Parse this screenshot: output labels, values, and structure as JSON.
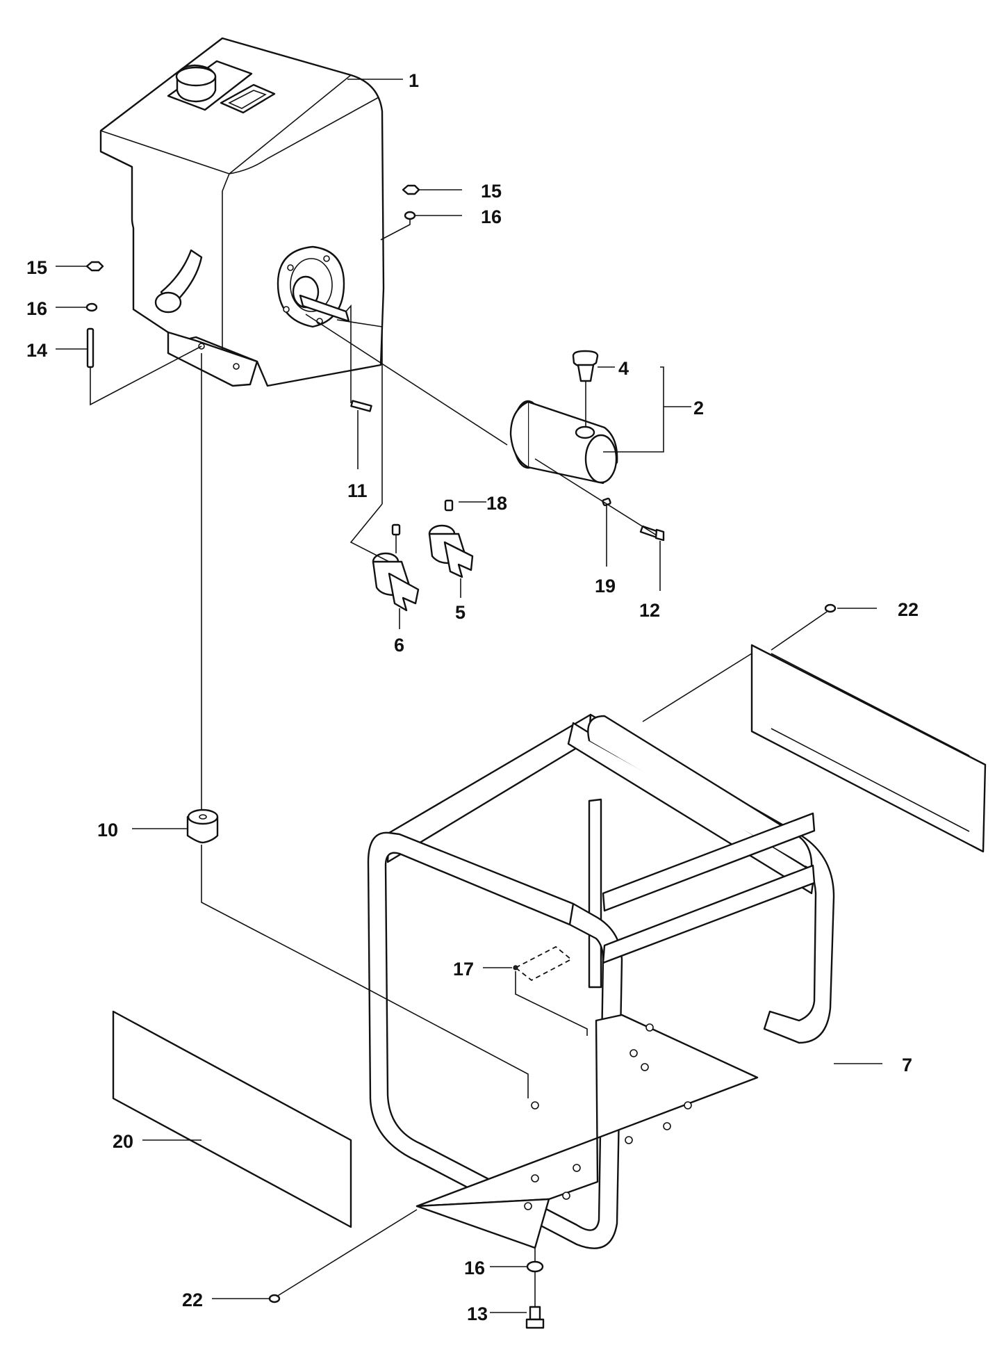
{
  "callouts": [
    {
      "id": "c1",
      "label": "1"
    },
    {
      "id": "c2",
      "label": "2"
    },
    {
      "id": "c4",
      "label": "4"
    },
    {
      "id": "c5",
      "label": "5"
    },
    {
      "id": "c6",
      "label": "6"
    },
    {
      "id": "c7",
      "label": "7"
    },
    {
      "id": "c10",
      "label": "10"
    },
    {
      "id": "c11",
      "label": "11"
    },
    {
      "id": "c12",
      "label": "12"
    },
    {
      "id": "c13",
      "label": "13"
    },
    {
      "id": "c14",
      "label": "14"
    },
    {
      "id": "c15a",
      "label": "15"
    },
    {
      "id": "c15b",
      "label": "15"
    },
    {
      "id": "c16a",
      "label": "16"
    },
    {
      "id": "c16b",
      "label": "16"
    },
    {
      "id": "c16c",
      "label": "16"
    },
    {
      "id": "c17",
      "label": "17"
    },
    {
      "id": "c18",
      "label": "18"
    },
    {
      "id": "c19",
      "label": "19"
    },
    {
      "id": "c20",
      "label": "20"
    },
    {
      "id": "c22a",
      "label": "22"
    },
    {
      "id": "c22b",
      "label": "22"
    }
  ]
}
